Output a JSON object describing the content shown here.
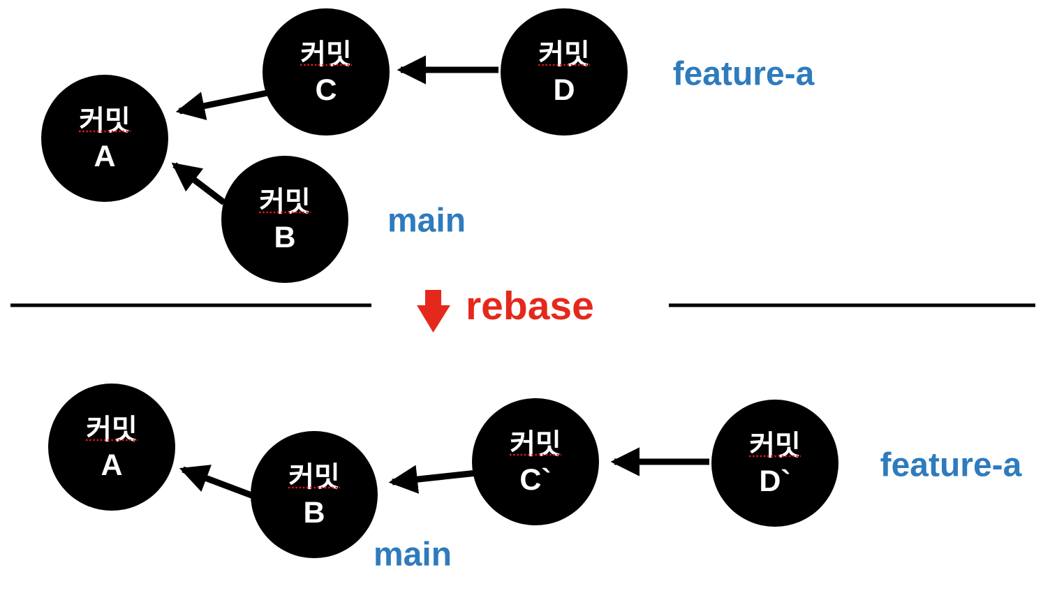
{
  "diagram": {
    "commit_word": "커밋",
    "top_section": {
      "nodes": [
        {
          "name": "A",
          "letter": "A"
        },
        {
          "name": "B",
          "letter": "B"
        },
        {
          "name": "C",
          "letter": "C"
        },
        {
          "name": "D",
          "letter": "D"
        }
      ],
      "feature_label": "feature-a",
      "main_label": "main"
    },
    "divider": {
      "rebase_label": "rebase"
    },
    "bottom_section": {
      "nodes": [
        {
          "name": "A",
          "letter": "A"
        },
        {
          "name": "B",
          "letter": "B"
        },
        {
          "name": "C-prime",
          "letter": "C`"
        },
        {
          "name": "D-prime",
          "letter": "D`"
        }
      ],
      "feature_label": "feature-a",
      "main_label": "main"
    },
    "colors": {
      "node_fill": "#000000",
      "node_text": "#ffffff",
      "branch_label_blue": "#2e7bbd",
      "rebase_red": "#e4291c",
      "spellcheck_underline": "#e01b1b"
    }
  }
}
